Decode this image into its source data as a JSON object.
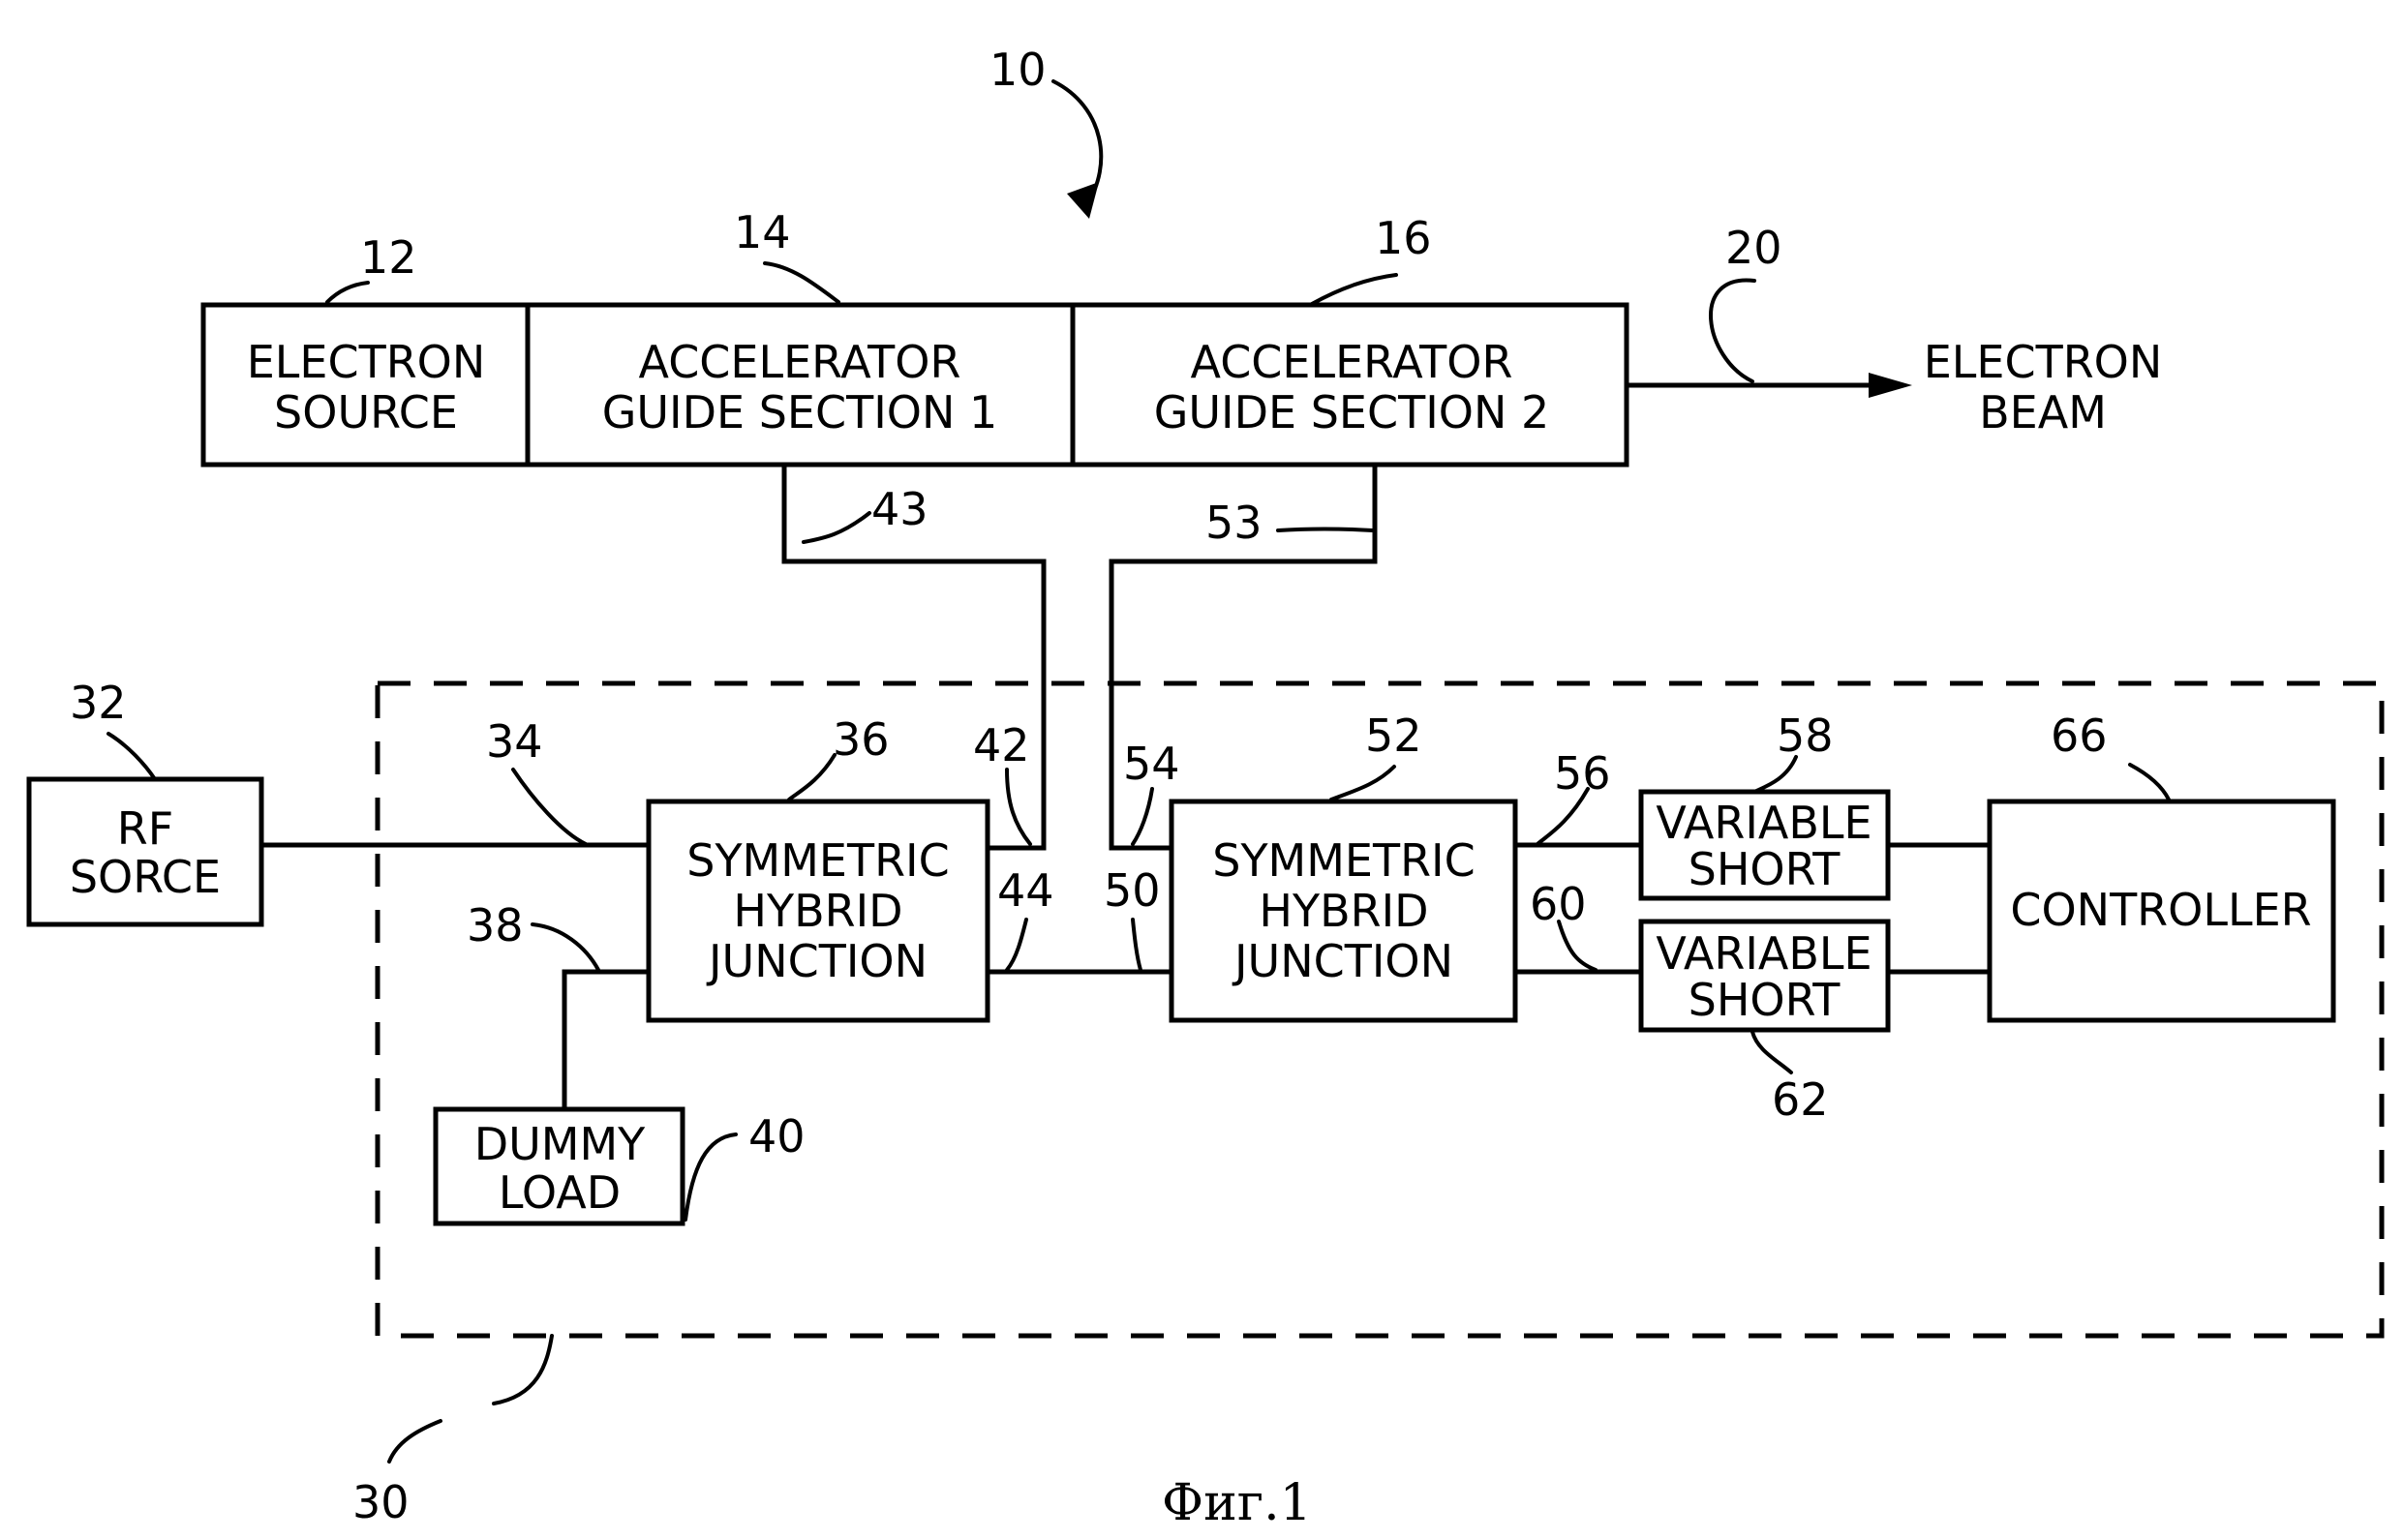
{
  "blocks": {
    "electron_source": [
      "ELECTRON",
      "SOURCE"
    ],
    "guide_1": [
      "ACCELERATOR",
      "GUIDE  SECTION  1"
    ],
    "guide_2": [
      "ACCELERATOR",
      "GUIDE  SECTION  2"
    ],
    "electron_beam": [
      "ELECTRON",
      "BEAM"
    ],
    "rf_source": [
      "RF",
      "SORCE"
    ],
    "hybrid_1": [
      "SYMMETRIC",
      "HYBRID",
      "JUNCTION"
    ],
    "hybrid_2": [
      "SYMMETRIC",
      "HYBRID",
      "JUNCTION"
    ],
    "short_1": [
      "VARIABLE",
      "SHORT"
    ],
    "short_2": [
      "VARIABLE",
      "SHORT"
    ],
    "dummy_load": [
      "DUMMY",
      "LOAD"
    ],
    "controller": "CONTROLLER"
  },
  "refs": {
    "r10": "10",
    "r12": "12",
    "r14": "14",
    "r16": "16",
    "r20": "20",
    "r43": "43",
    "r53": "53",
    "r32": "32",
    "r34": "34",
    "r36": "36",
    "r42": "42",
    "r44": "44",
    "r38": "38",
    "r40": "40",
    "r50": "50",
    "r54": "54",
    "r52": "52",
    "r56": "56",
    "r58": "58",
    "r60": "60",
    "r62": "62",
    "r66": "66",
    "r30": "30"
  },
  "caption": "Фиг.1"
}
